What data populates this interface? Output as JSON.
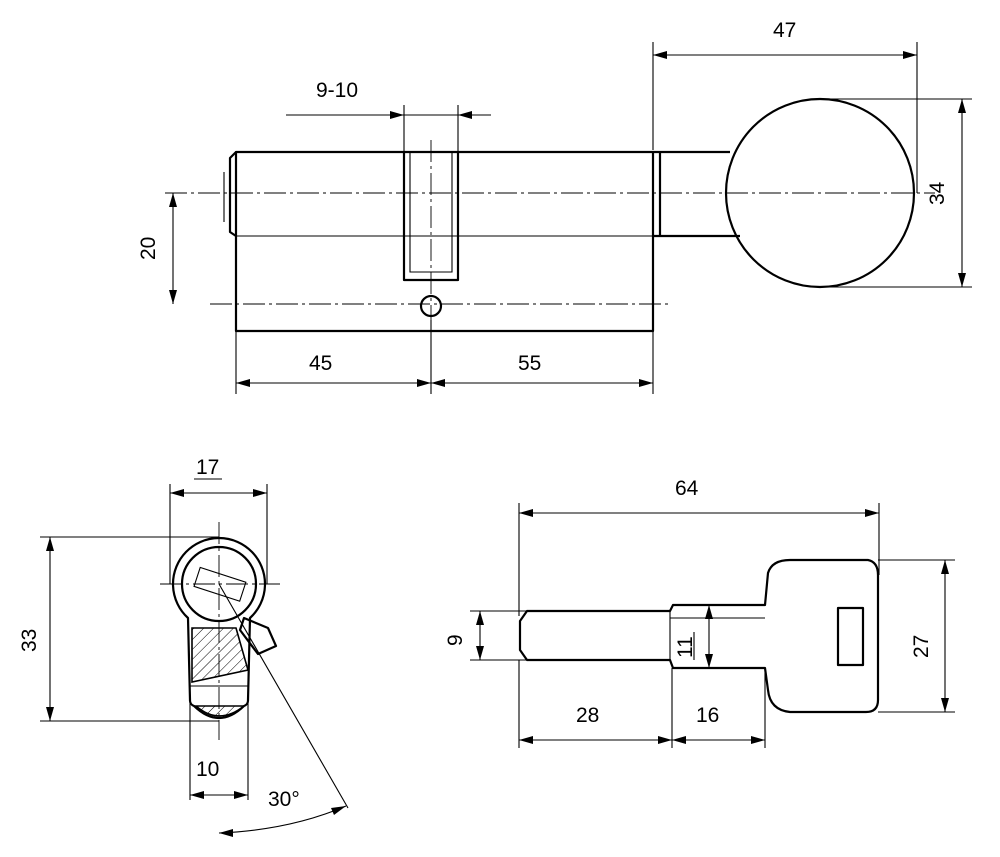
{
  "colors": {
    "line": "#000000",
    "background": "#ffffff"
  },
  "views": {
    "cylinder_side": {
      "dims": {
        "overall_knob": "47",
        "cam_slot": "9-10",
        "knob_diameter": "34",
        "center_height": "20",
        "left_length": "45",
        "right_length": "55"
      }
    },
    "cylinder_profile": {
      "dims": {
        "width": "17",
        "height": "33",
        "bottom_width": "10",
        "cam_angle": "30°"
      }
    },
    "key": {
      "dims": {
        "total_length": "64",
        "blade_height": "9",
        "bow_height": "27",
        "blade_length": "28",
        "shoulder_length": "16",
        "step_height": "11"
      }
    }
  }
}
